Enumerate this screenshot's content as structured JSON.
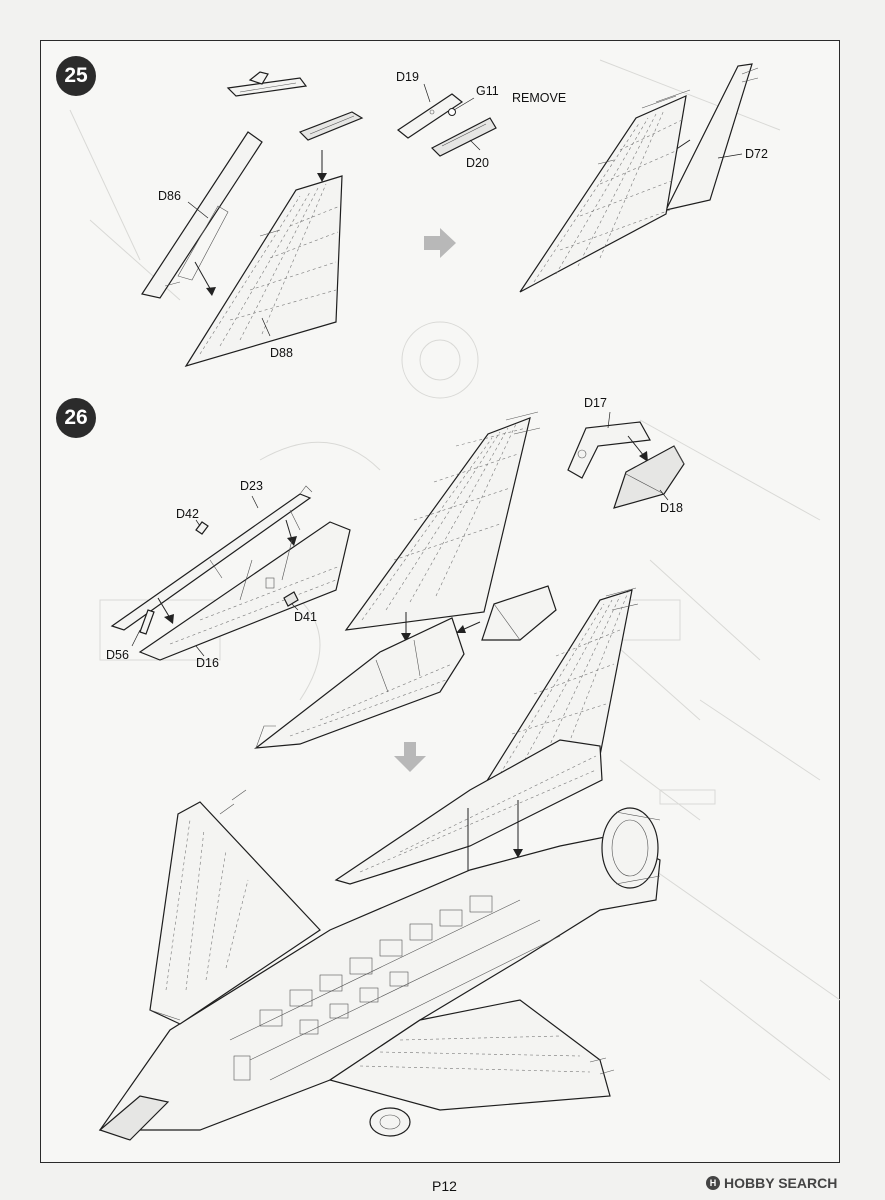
{
  "steps": [
    {
      "number": "25",
      "labels": {
        "D19": "D19",
        "G11": "G11",
        "REMOVE": "REMOVE",
        "D20": "D20",
        "D72": "D72",
        "D86": "D86",
        "D88": "D88"
      }
    },
    {
      "number": "26",
      "labels": {
        "D17": "D17",
        "D18": "D18",
        "D23": "D23",
        "D42": "D42",
        "D41": "D41",
        "D56": "D56",
        "D16": "D16"
      }
    }
  ],
  "footer": {
    "page": "P12",
    "watermark": "HOBBY SEARCH",
    "watermark_mark": "H"
  },
  "colors": {
    "ink": "#1e1e1e",
    "badge": "#2b2b2b",
    "paper": "#f2f2f0",
    "flow_arrow": "#b8b8b8"
  }
}
